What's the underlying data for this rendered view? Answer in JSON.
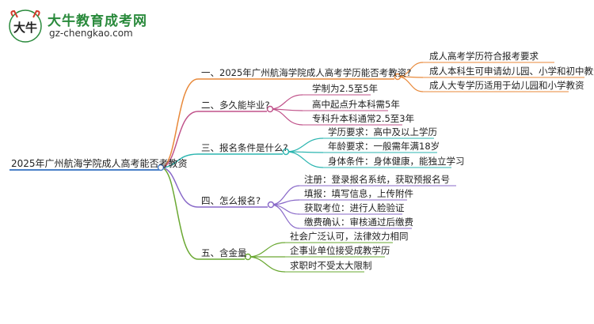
{
  "logo": {
    "title": "大牛教育成考网",
    "url": "gz-chengkao.com",
    "mark_text": "大牛"
  },
  "colors": {
    "root": "#4a80c8",
    "b1": "#e8893a",
    "b2": "#c0528a",
    "b3": "#2bb5b0",
    "b4": "#8868c8",
    "b5": "#6aa832"
  },
  "root": "2025年广州航海学院成人高考能否考教资",
  "branches": [
    {
      "label": "一、2025年广州航海学院成人高考学历能否考教资?",
      "children": [
        "成人高考学历符合报考要求",
        "成人本科生可申请幼儿园、小学和初中教资",
        "成人大专学历适用于幼儿园和小学教资"
      ]
    },
    {
      "label": "二、多久能毕业?",
      "children": [
        "学制为2.5至5年",
        "高中起点升本科需5年",
        "专科升本科通常2.5至3年"
      ]
    },
    {
      "label": "三、报名条件是什么?",
      "children": [
        "学历要求：高中及以上学历",
        "年龄要求：一般需年满18岁",
        "身体条件：身体健康，能独立学习"
      ]
    },
    {
      "label": "四、怎么报名?",
      "children": [
        "注册：登录报名系统，获取预报名号",
        "填报：填写信息，上传附件",
        "获取考位：进行人脸验证",
        "缴费确认：审核通过后缴费"
      ]
    },
    {
      "label": "五、含金量",
      "children": [
        "社会广泛认可，法律效力相同",
        "企事业单位接受成教学历",
        "求职时不受太大限制"
      ]
    }
  ]
}
